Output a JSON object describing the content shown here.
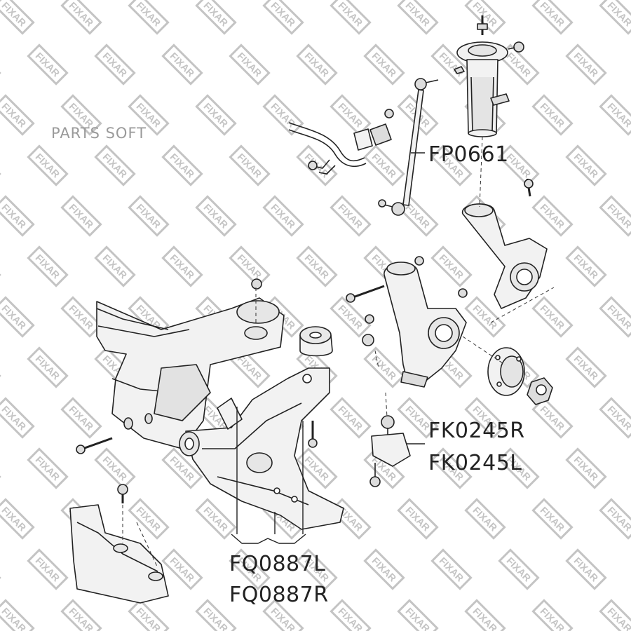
{
  "watermark": {
    "logo_text": "FIXAR",
    "color": "#c4c4c4"
  },
  "brand": {
    "text": "PARTS SOFT"
  },
  "labels": {
    "strut": "FP0661",
    "ball_joint_right": "FK0245R",
    "ball_joint_left": "FK0245L",
    "control_arm_left": "FQ0887L",
    "control_arm_right": "FQ0887R"
  },
  "colors": {
    "line": "#222222",
    "part_fill": "#f2f2f2",
    "part_shade": "#d8d8d8",
    "dashed": "#333333"
  }
}
